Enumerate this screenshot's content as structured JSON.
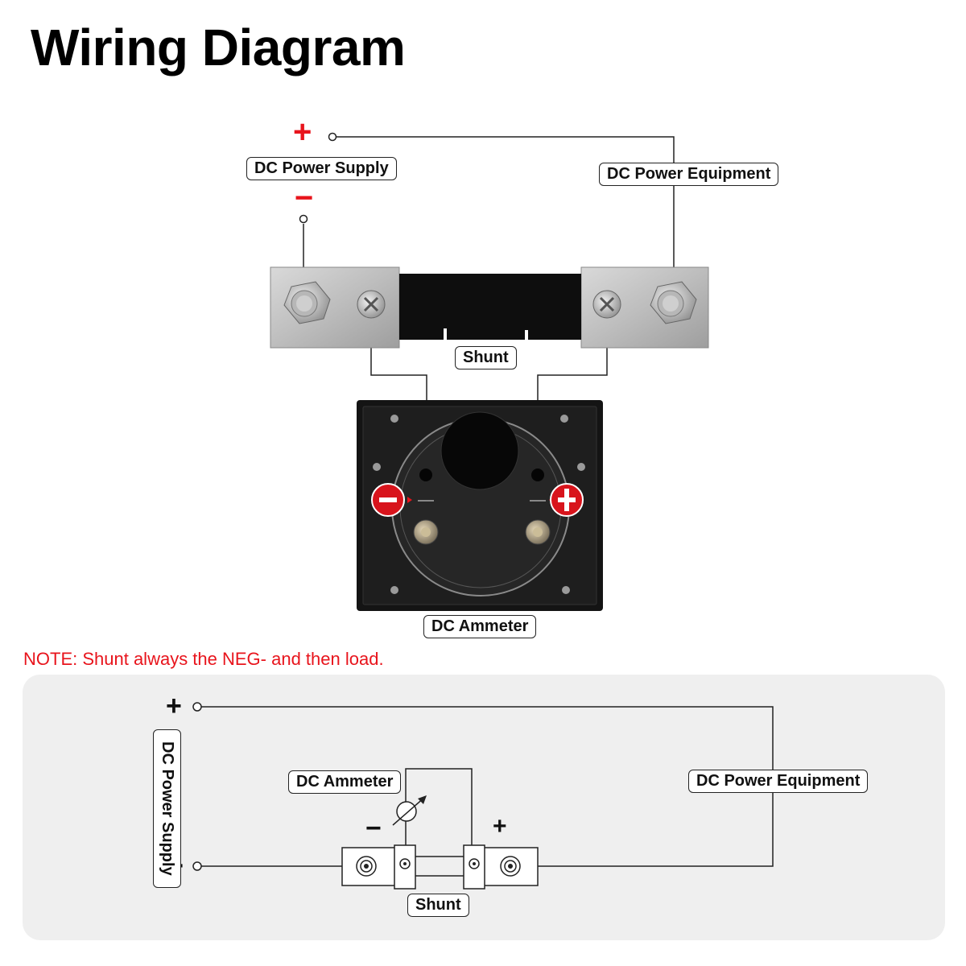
{
  "title": "Wiring Diagram",
  "note": "NOTE: Shunt always the NEG- and then load.",
  "photo": {
    "supply_label": "DC Power Supply",
    "equipment_label": "DC Power Equipment",
    "shunt_label": "Shunt",
    "ammeter_label": "DC Ammeter",
    "plus_sign": "+",
    "minus_sign": "−"
  },
  "schematic": {
    "supply_label": "DC Power Supply",
    "equipment_label": "DC Power Equipment",
    "ammeter_label": "DC Ammeter",
    "shunt_label": "Shunt",
    "plus_sign": "+",
    "minus_sign": "−"
  },
  "colors": {
    "accent_red": "#e8141c",
    "panel_bg": "#efefef",
    "wire": "#222222"
  }
}
